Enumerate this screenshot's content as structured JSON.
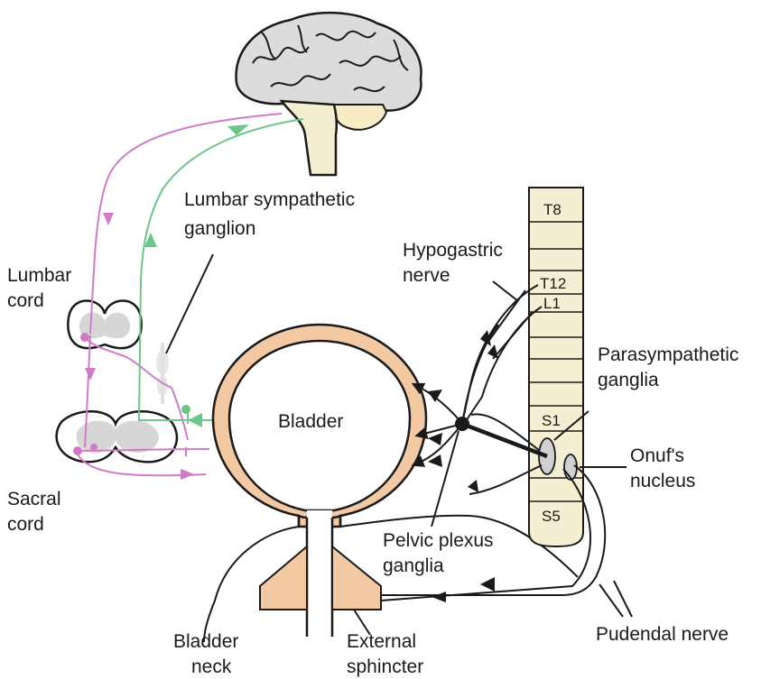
{
  "labels": {
    "lumbar_sympathetic_1": "Lumbar sympathetic",
    "lumbar_sympathetic_2": "ganglion",
    "lumbar_cord_1": "Lumbar",
    "lumbar_cord_2": "cord",
    "sacral_cord_1": "Sacral",
    "sacral_cord_2": "cord",
    "bladder": "Bladder",
    "hypogastric_1": "Hypogastric",
    "hypogastric_2": "nerve",
    "parasympathetic_1": "Parasympathetic",
    "parasympathetic_2": "ganglia",
    "onuf_1": "Onuf's",
    "onuf_2": "nucleus",
    "pelvic_plexus_1": "Pelvic plexus",
    "pelvic_plexus_2": "ganglia",
    "bladder_neck_1": "Bladder",
    "bladder_neck_2": "neck",
    "external_sphincter_1": "External",
    "external_sphincter_2": "sphincter",
    "pudendal_nerve": "Pudendal nerve"
  },
  "spine_segments": [
    "T8",
    "T12",
    "L1",
    "S1",
    "S5"
  ],
  "colors": {
    "pink_pathway": "#d07bc8",
    "green_pathway": "#6cc68a",
    "bladder_wall": "#f3c9a3",
    "spine_fill": "#f4efd2",
    "gray_matter": "#d6d6d6",
    "ink": "#1a1a1a"
  }
}
